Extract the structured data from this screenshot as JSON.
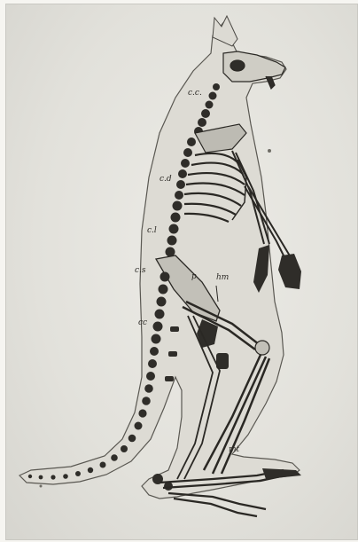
{
  "figure": {
    "subject": "kangaroo skeleton engraving",
    "labels": [
      {
        "id": "cervical",
        "text": "c.c."
      },
      {
        "id": "dorsal",
        "text": "c.d"
      },
      {
        "id": "lumbar",
        "text": "c.l"
      },
      {
        "id": "sacral",
        "text": "c.s"
      },
      {
        "id": "caudal",
        "text": "cc"
      },
      {
        "id": "pelvis",
        "text": "p"
      },
      {
        "id": "femur",
        "text": "hm"
      },
      {
        "id": "metatarsal",
        "text": "mt"
      }
    ]
  },
  "colors": {
    "paper": "#e4e3de",
    "ink": "#2a2824",
    "outline": "#5a5852",
    "bone_light": "#d9d7cf",
    "bone_dark": "#3a3833"
  }
}
